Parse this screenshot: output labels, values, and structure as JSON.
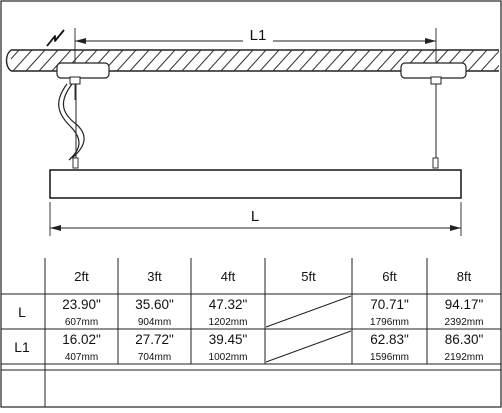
{
  "diagram": {
    "dimension_l1": "L1",
    "dimension_l": "L"
  },
  "table": {
    "columns": [
      "2ft",
      "3ft",
      "4ft",
      "5ft",
      "6ft",
      "8ft"
    ],
    "rows": [
      {
        "label": "L",
        "inches": [
          "23.90\"",
          "35.60\"",
          "47.32\"",
          "",
          "70.71\"",
          "94.17\""
        ],
        "mm": [
          "607mm",
          "904mm",
          "1202mm",
          "",
          "1796mm",
          "2392mm"
        ]
      },
      {
        "label": "L1",
        "inches": [
          "16.02\"",
          "27.72\"",
          "39.45\"",
          "",
          "62.83\"",
          "86.30\""
        ],
        "mm": [
          "407mm",
          "704mm",
          "1002mm",
          "",
          "1596mm",
          "2192mm"
        ]
      }
    ],
    "unavailable_column": "5ft"
  }
}
